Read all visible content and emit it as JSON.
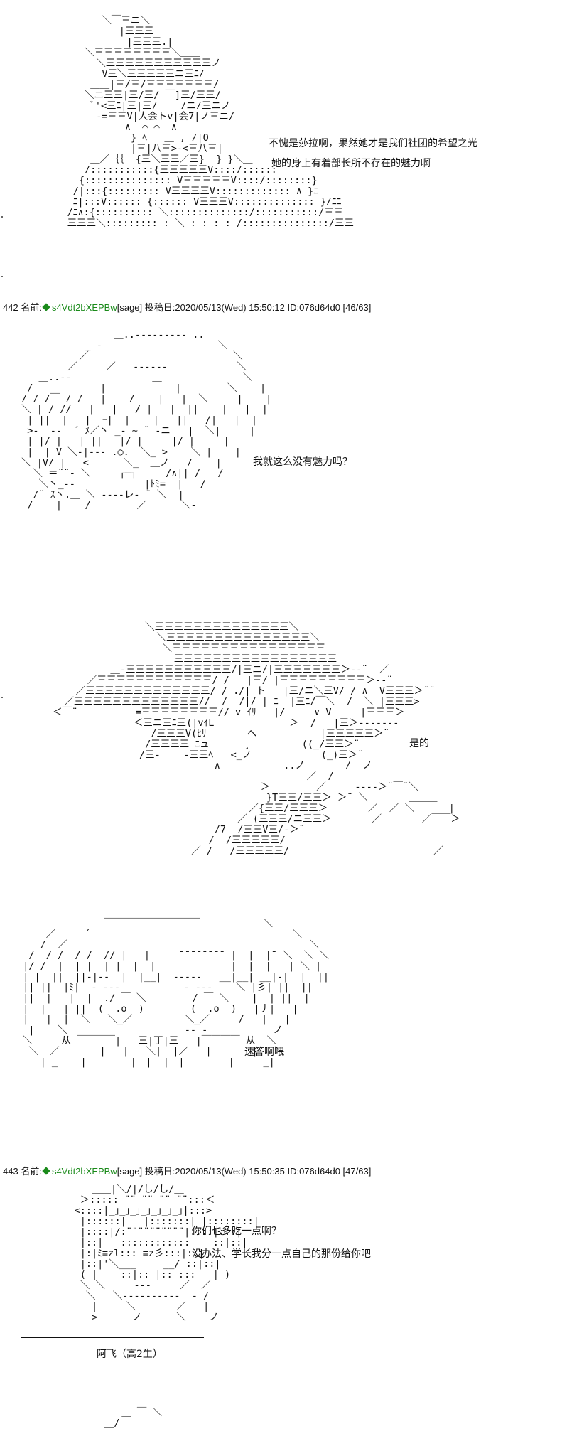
{
  "panel1": {
    "dialog": [
      "不愧是莎拉啊，果然她才是我们社团的希望之光",
      "她的身上有着部长所不存在的魅力啊"
    ],
    "art_labels": [
      "人会トv",
      "会7"
    ]
  },
  "post442": {
    "number": "442",
    "name_label": "名前:",
    "trip": "s4Vdt2bXEPBw",
    "sage": "[sage]",
    "posted_label": "投稿日:",
    "datetime": "2020/05/13(Wed) 15:50:12",
    "id": "ID:076d64d0",
    "count": "[46/63]"
  },
  "panel2": {
    "dialog": [
      "我就这么没有魅力吗？"
    ]
  },
  "panel3": {
    "dialog": [
      "是的"
    ]
  },
  "panel4": {
    "dialog": [
      "速答啊喂"
    ]
  },
  "post443": {
    "number": "443",
    "name_label": "名前:",
    "trip": "s4Vdt2bXEPBw",
    "sage": "[sage]",
    "posted_label": "投稿日:",
    "datetime": "2020/05/13(Wed) 15:50:35",
    "id": "ID:076d64d0",
    "count": "[47/63]"
  },
  "panel5": {
    "dialog": [
      "你们也多吃一点啊？",
      "没办法、学长我分一点自己的那份给你吧"
    ],
    "caption": "阿飞（高2生）"
  }
}
